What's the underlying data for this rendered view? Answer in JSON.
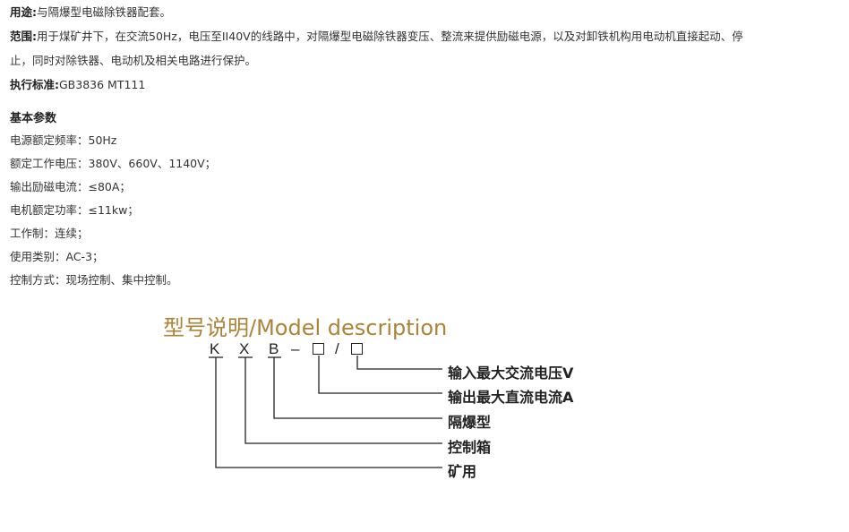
{
  "doc": {
    "usage": {
      "label": "用途:",
      "text": "与隔爆型电磁除铁器配套。"
    },
    "scope": {
      "label": "范围:",
      "text1": "用于煤矿井下，在交流50Hz，电压至II40V的线路中，对隔爆型电磁除铁器变压、整流来提供励磁电源，以及对卸铁机构用电动机直接起动、停",
      "text2": "止，同时对除铁器、电动机及相关电路进行保护。"
    },
    "standard": {
      "label": "执行标准:",
      "text": "GB3836 MT111"
    },
    "params_heading": "基本参数",
    "params": [
      "电源额定频率：50Hz",
      "额定工作电压：380V、660V、1140V；",
      "输出励磁电流：≤80A；",
      "电机额定功率：≤11kw；",
      "工作制：连续；",
      "使用类别：AC-3；",
      "控制方式：现场控制、集中控制。"
    ]
  },
  "model": {
    "title": "型号说明/Model description",
    "letters": [
      "K",
      "X",
      "B",
      "–",
      "/"
    ],
    "descriptions": [
      "输入最大交流电压V",
      "输出最大直流电流A",
      "隔爆型",
      "控制箱",
      "矿用"
    ]
  },
  "colors": {
    "title": "#a8843f",
    "text": "#333333",
    "lines": "#222222"
  }
}
